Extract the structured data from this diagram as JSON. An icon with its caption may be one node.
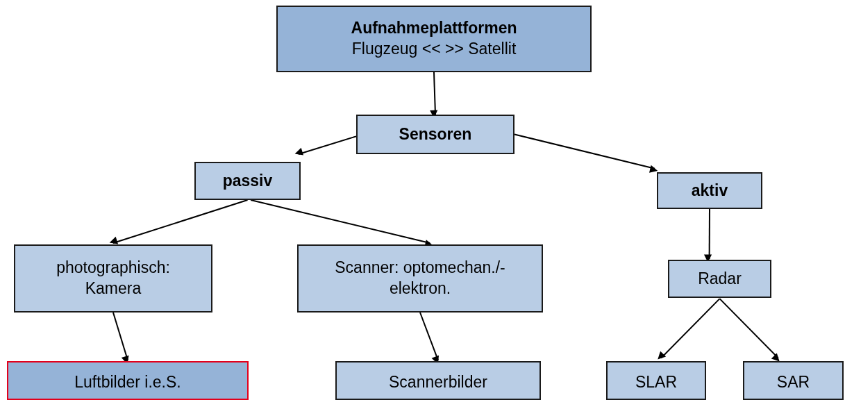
{
  "diagram": {
    "nodes": [
      {
        "text": [
          "Aufnahmeplattformen",
          "Flugzeug << >> Satellit"
        ]
      },
      {
        "text": [
          "Sensoren"
        ]
      },
      {
        "text": [
          "passiv"
        ]
      },
      {
        "text": [
          "aktiv"
        ]
      },
      {
        "text": [
          "photographisch: Kamera"
        ]
      },
      {
        "text": [
          "Scanner: optomechan./-elektron."
        ]
      },
      {
        "text": [
          "Radar"
        ]
      },
      {
        "text": [
          "Luftbilder i.e.S."
        ]
      },
      {
        "text": [
          "Scannerbilder"
        ]
      },
      {
        "text": [
          "SLAR"
        ]
      },
      {
        "text": [
          "SAR"
        ]
      }
    ],
    "edges": [
      {
        "from": 0,
        "to": 1,
        "arrow": "to"
      },
      {
        "from": 1,
        "to": 2,
        "arrow": "to"
      },
      {
        "from": 1,
        "to": 3,
        "arrow": "to"
      },
      {
        "from": 2,
        "to": 4,
        "arrow": "to"
      },
      {
        "from": 2,
        "to": 5,
        "arrow": "to"
      },
      {
        "from": 4,
        "to": 7,
        "arrow": "to"
      },
      {
        "from": 5,
        "to": 8,
        "arrow": "to"
      },
      {
        "from": 3,
        "to": 6,
        "arrow": "to"
      },
      {
        "from": 6,
        "to": 9,
        "arrow": "to"
      },
      {
        "from": 6,
        "to": 10,
        "arrow": "to"
      }
    ]
  }
}
